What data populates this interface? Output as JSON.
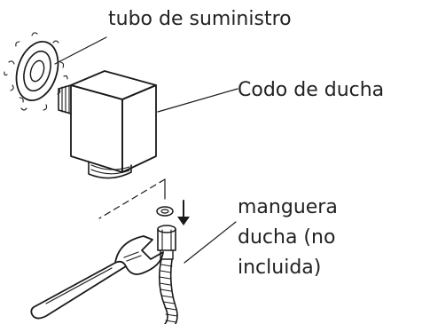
{
  "labels": {
    "supply_pipe": "tubo de suministro",
    "shower_elbow": "Codo de ducha",
    "hose_line1": "manguera",
    "hose_line2": "ducha (no",
    "hose_line3": "incluida)"
  },
  "colors": {
    "ink": "#1a1a1a",
    "text": "#222222",
    "background": "#ffffff"
  },
  "icons": [
    "wall-fitting-icon",
    "shower-elbow-icon",
    "washer-icon",
    "hose-nut-icon",
    "hose-icon",
    "wrench-icon",
    "down-arrow-icon"
  ]
}
